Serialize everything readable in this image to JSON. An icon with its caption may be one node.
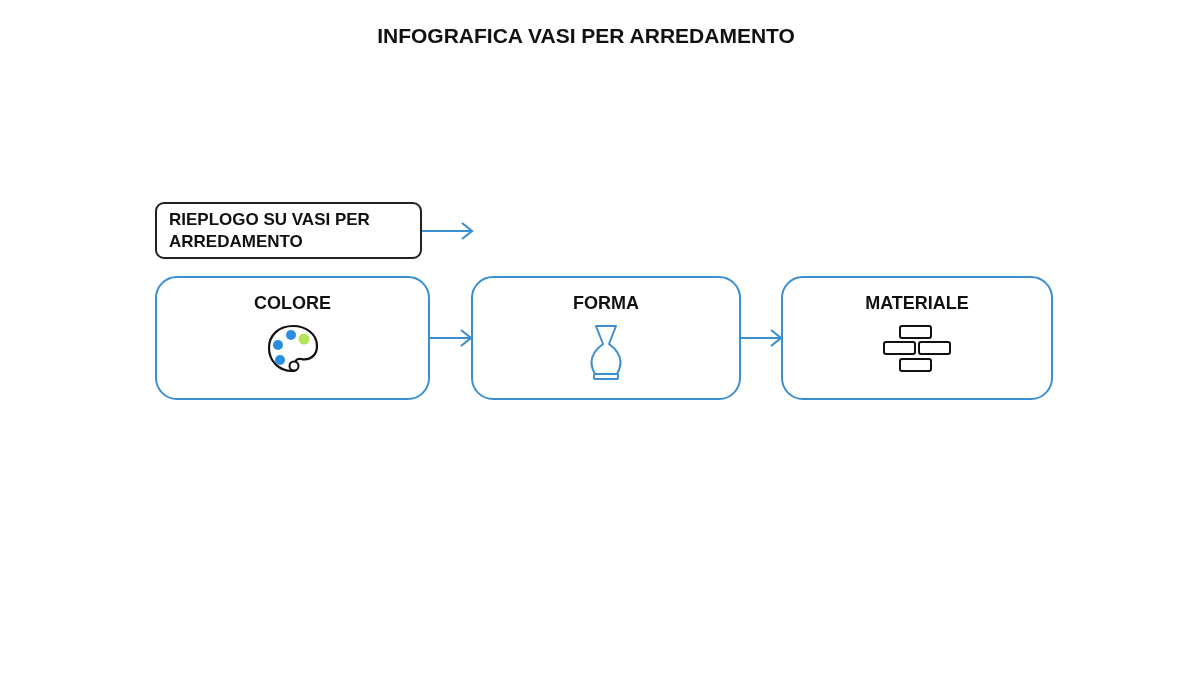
{
  "diagram": {
    "title": "INFOGRAFICA VASI PER ARREDAMENTO",
    "nodes": [
      {
        "text": [
          "RIEPLOGO SU VASI PER ARREDAMENTO"
        ]
      },
      {
        "text": [
          "COLORE"
        ]
      },
      {
        "text": [
          "FORMA"
        ]
      },
      {
        "text": [
          "MATERIALE"
        ]
      }
    ],
    "edges": [
      {
        "from": 0,
        "to": null,
        "arrow": "to"
      },
      {
        "from": 1,
        "to": 2,
        "arrow": "to"
      },
      {
        "from": 2,
        "to": 3,
        "arrow": "to"
      }
    ]
  }
}
